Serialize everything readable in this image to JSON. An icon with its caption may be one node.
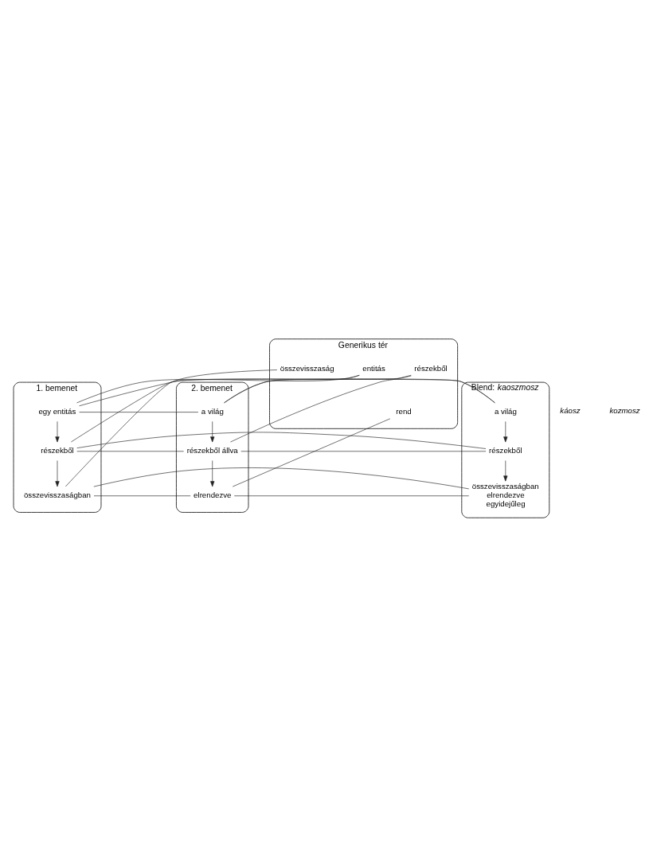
{
  "diagram": {
    "nodes": [
      {
        "text": [
          "Generikus tér"
        ]
      },
      {
        "text": [
          "entitás"
        ],
        "in": 0
      },
      {
        "text": [
          "részekből"
        ],
        "in": 0
      },
      {
        "text": [
          "rend"
        ],
        "in": 0
      },
      {
        "text": [
          "összevisszaság"
        ],
        "in": 0
      },
      {
        "text": [
          "1. bemenet"
        ]
      },
      {
        "text": [
          "egy entitás"
        ],
        "in": 5
      },
      {
        "text": [
          "részekből"
        ],
        "in": 5
      },
      {
        "text": [
          "összevisszaságban"
        ],
        "in": 5
      },
      {
        "text": [
          "2. bemenet"
        ]
      },
      {
        "text": [
          "a világ"
        ],
        "in": 9
      },
      {
        "text": [
          "részekből állva"
        ],
        "in": 9
      },
      {
        "text": [
          "elrendezve"
        ],
        "in": 9
      },
      {
        "text": [
          "Blend: *kaoszmosz*"
        ]
      },
      {
        "text": [
          "a világ"
        ],
        "in": 13
      },
      {
        "text": [
          "részekből"
        ],
        "in": 13
      },
      {
        "text": [
          "összevisszaságban elrendezve egyidejűleg"
        ],
        "in": 13
      }
    ],
    "edges": [
      {
        "from": 6,
        "to": 7,
        "arrow": "to"
      },
      {
        "from": 7,
        "to": 8,
        "arrow": "to"
      },
      {
        "from": 10,
        "to": 11,
        "arrow": "to"
      },
      {
        "from": 11,
        "to": 12,
        "arrow": "to"
      },
      {
        "from": 14,
        "to": 15,
        "arrow": "to"
      },
      {
        "from": 15,
        "to": 16,
        "arrow": "to"
      },
      {
        "from": 1,
        "to": 6,
        "arrow": "none"
      },
      {
        "from": 1,
        "to": 10,
        "arrow": "none"
      },
      {
        "from": 2,
        "to": 7,
        "arrow": "none"
      },
      {
        "from": 2,
        "to": 11,
        "arrow": "none"
      },
      {
        "from": 3,
        "to": 12,
        "arrow": "none"
      },
      {
        "from": 4,
        "to": 8,
        "arrow": "none"
      },
      {
        "from": 6,
        "to": 10,
        "arrow": "none"
      },
      {
        "from": 7,
        "to": 11,
        "arrow": "none"
      },
      {
        "from": 8,
        "to": 12,
        "arrow": "none"
      },
      {
        "from": 6,
        "to": 14,
        "arrow": "none"
      },
      {
        "from": 7,
        "to": 15,
        "arrow": "none"
      },
      {
        "from": 8,
        "to": 16,
        "arrow": "none"
      },
      {
        "from": 10,
        "to": 14,
        "arrow": "none"
      },
      {
        "from": 11,
        "to": 15,
        "arrow": "none"
      },
      {
        "from": 12,
        "to": 16,
        "arrow": "none"
      }
    ],
    "labels": [
      "káosz",
      "kozmosz"
    ]
  }
}
